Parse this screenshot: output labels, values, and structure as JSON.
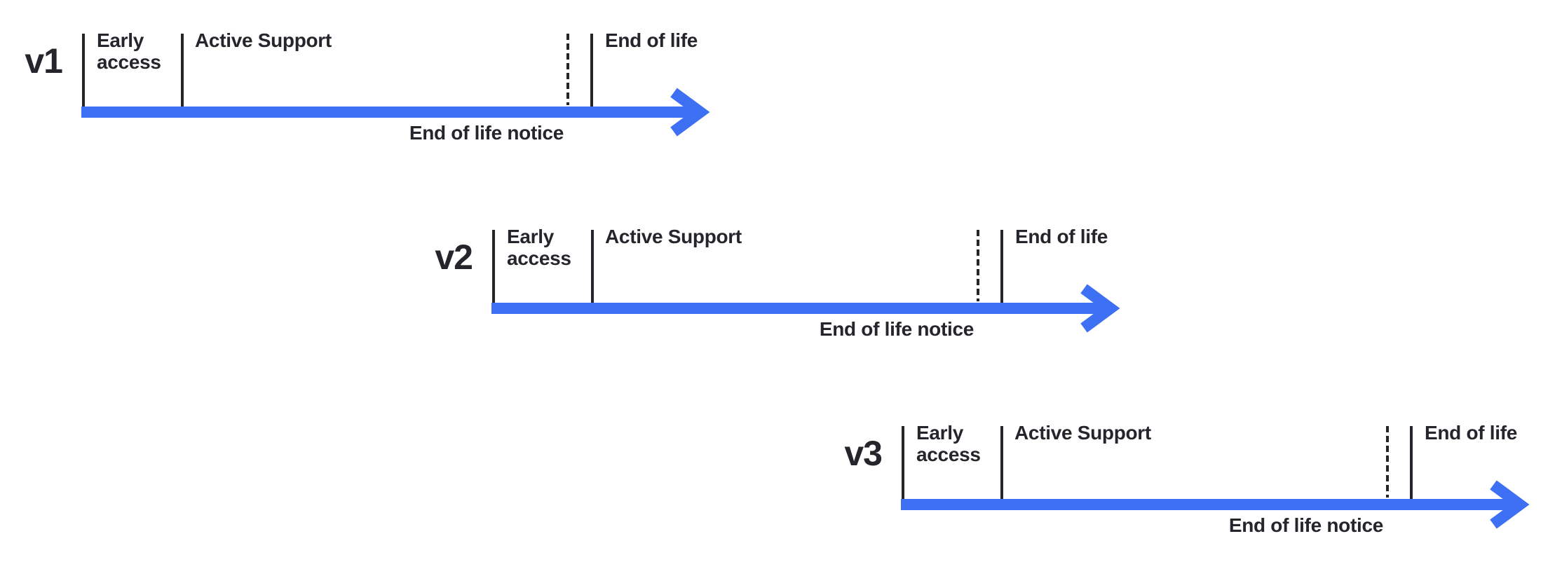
{
  "diagram": {
    "title_semantic": "Version lifecycle timelines",
    "background": "#ffffff",
    "colors": {
      "accent": "#3E70F4",
      "ink": "#24262C"
    },
    "timelines": [
      {
        "version_label": "v1",
        "phases": {
          "early_access": "Early\naccess",
          "active_support": "Active Support",
          "end_of_life": "End of life"
        },
        "notice_label": "End of life notice"
      },
      {
        "version_label": "v2",
        "phases": {
          "early_access": "Early\naccess",
          "active_support": "Active Support",
          "end_of_life": "End of life"
        },
        "notice_label": "End of life notice"
      },
      {
        "version_label": "v3",
        "phases": {
          "early_access": "Early\naccess",
          "active_support": "Active Support",
          "end_of_life": "End of life"
        },
        "notice_label": "End of life notice"
      }
    ]
  }
}
